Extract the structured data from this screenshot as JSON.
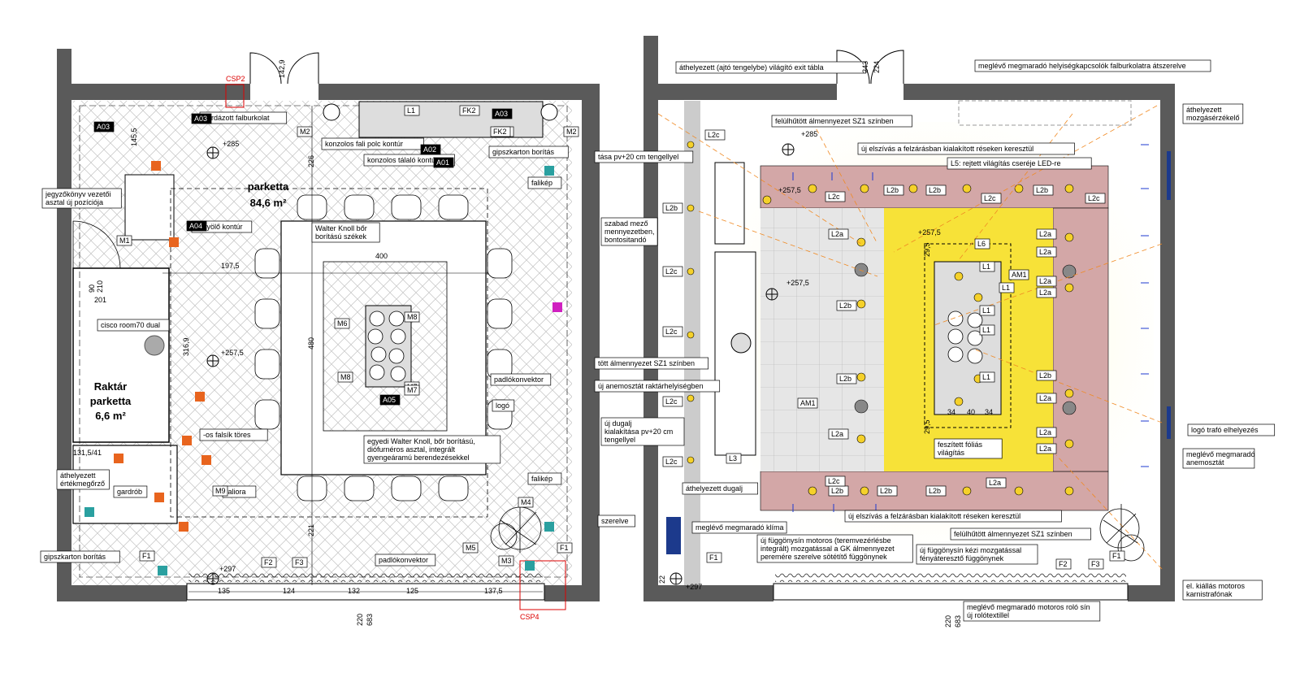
{
  "left_plan": {
    "room_name": "parketta",
    "room_area": "84,6 m²",
    "store_name": "Raktár",
    "store_floor": "parketta",
    "store_area": "6,6 m²",
    "level_285": "+285",
    "level_2575": "+257,5",
    "level_297": "+297",
    "csp2": "CSP2",
    "csp4": "CSP4",
    "annotations": [
      "bordázott falburkolat",
      "konzolos fali polc kontúr",
      "konzolos tálaló kontúr",
      "gipszkarton borítás",
      "falikép",
      "jegyzőkönyv vezetői asztal új pozíciója",
      "konyölő kontúr",
      "Walter Knoll bőr borítású székek",
      "cisco room70 dual",
      "padlókonvektor",
      "logó",
      "egyedi Walter Knoll, bőr borítású, diófurnéros asztal, integrált gyengeáramú berendezésekkel",
      "-os falsík töres",
      "áthelyezett értékmegőrző",
      "gardrób",
      "faliora",
      "padlókonvektor",
      "gipszkarton borítás",
      "falikép"
    ],
    "tags": [
      "A03",
      "A03",
      "A02",
      "A01",
      "A04",
      "A05",
      "A03",
      "FK2",
      "FK2",
      "FK2",
      "M1",
      "M2",
      "M2",
      "M3",
      "M4",
      "M5",
      "M6",
      "M7",
      "M8",
      "M8",
      "M7",
      "M9",
      "F1",
      "F1",
      "F2",
      "F3",
      "L1"
    ],
    "dims": [
      "400",
      "480",
      "197,5",
      "316,9",
      "226",
      "145,5",
      "221",
      "135",
      "124",
      "132",
      "125",
      "137,5",
      "220",
      "683",
      "131,5/41",
      "142,9",
      "210",
      "90",
      "201"
    ]
  },
  "right_plan": {
    "level_285": "+285",
    "level_2575a": "+257,5",
    "level_2575b": "+257,5",
    "level_2575c": "+257,5",
    "level_297": "+297",
    "callouts": [
      "áthelyezett (ajtó tengelybe) világító exit tábla",
      "meglévő megmaradó helyiségkapcsolók falburkolatra átszerelve",
      "áthelyezett mozgásérzékelő",
      "felülhűtött álmennyezet SZ1 színben",
      "új elszívás a felzárásban kialakított réseken keresztül",
      "L5: rejtett világítás cseréje LED-re",
      "tása pv+20 cm tengellyel",
      "szabad mező mennyezetben, bontositandó",
      "tött álmennyezet SZ1 színben",
      "új anemosztát raktárhelyiségben",
      "új dugalj kialakítása pv+20 cm tengellyel",
      "áthelyezett dugalj",
      "feszített fóliás világítás",
      "logó trafó elhelyezés",
      "meglévő megmaradó anemosztát",
      "új elszívás a felzárásban kialakított réseken keresztül",
      "szerelve",
      "meglévő megmaradó klíma",
      "felülhűtött álmennyezet SZ1 színben",
      "új függönysín motoros (teremvezérlésbe integrált) mozgatással a GK álmennyezet peremére szerelve sötétítő függönynek",
      "új függönysín kézi mozgatással fényáteresztő függönynek",
      "el. kiállás motoros karnistrafónak",
      "meglévő megmaradó motoros roló sín új rolótextillel"
    ],
    "tags": [
      "L2c",
      "L2b",
      "L2c",
      "L2c",
      "L2b",
      "L2c",
      "L2b",
      "L2c",
      "L2b",
      "L2c",
      "L2a",
      "L2a",
      "L2a",
      "L2a",
      "L2a",
      "L2a",
      "L2a",
      "L2b",
      "L2b",
      "L2b",
      "L2b",
      "L2a",
      "L2c",
      "L2a",
      "L2c",
      "L2b",
      "L2b",
      "L2a",
      "L2c",
      "L1",
      "L1",
      "L1",
      "L1",
      "L1",
      "L3",
      "L6",
      "AM1",
      "AM1",
      "F1",
      "F2",
      "F3",
      "F1"
    ],
    "dims": [
      "243",
      "224",
      "29,5",
      "29,5",
      "34",
      "40",
      "34",
      "22",
      "220",
      "683"
    ]
  }
}
